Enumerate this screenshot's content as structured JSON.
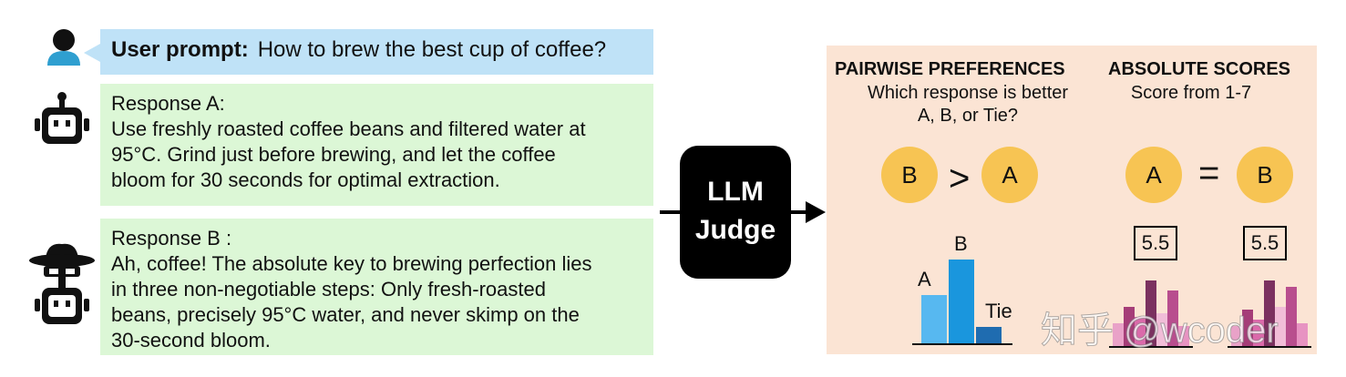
{
  "prompt": {
    "label": "User prompt:",
    "text": "How to brew the best cup of coffee?"
  },
  "response_a": {
    "title": "Response A:",
    "text": "Use freshly roasted coffee beans and filtered water at\n95°C. Grind just before brewing, and let the coffee\nbloom for 30 seconds for optimal extraction."
  },
  "response_b": {
    "title": "Response B :",
    "text": "Ah, coffee! The absolute key to brewing perfection lies\nin three non-negotiable steps: Only fresh-roasted\nbeans, precisely 95°C water, and never skimp on the\n30-second bloom."
  },
  "judge": {
    "label": "LLM\nJudge"
  },
  "pairwise": {
    "title": "PAIRWISE PREFERENCES",
    "subtitle": "Which response is better\nA, B, or Tie?",
    "left": "B",
    "op": ">",
    "right": "A",
    "bars": [
      {
        "label": "A",
        "value": 0.58,
        "color": "#57b8f0"
      },
      {
        "label": "B",
        "value": 1.0,
        "color": "#1a96dd"
      },
      {
        "label": "Tie",
        "value": 0.2,
        "color": "#1f6cb0"
      }
    ]
  },
  "absolute": {
    "title": "ABSOLUTE SCORES",
    "subtitle": "Score from 1-7",
    "left": "A",
    "op": "=",
    "right": "B",
    "score_left": "5.5",
    "score_right": "5.5",
    "hist_left": [
      0.35,
      0.6,
      0.45,
      1.0,
      0.5,
      0.85,
      0.3
    ],
    "hist_right": [
      0.3,
      0.55,
      0.4,
      1.0,
      0.6,
      0.9,
      0.35
    ]
  },
  "watermark": "知乎 @wcoder",
  "colors": {
    "prompt_bg": "#bfe2f7",
    "response_bg": "#dcf7d6",
    "panel_bg": "#fbe4d4",
    "circle": "#f7c453"
  }
}
